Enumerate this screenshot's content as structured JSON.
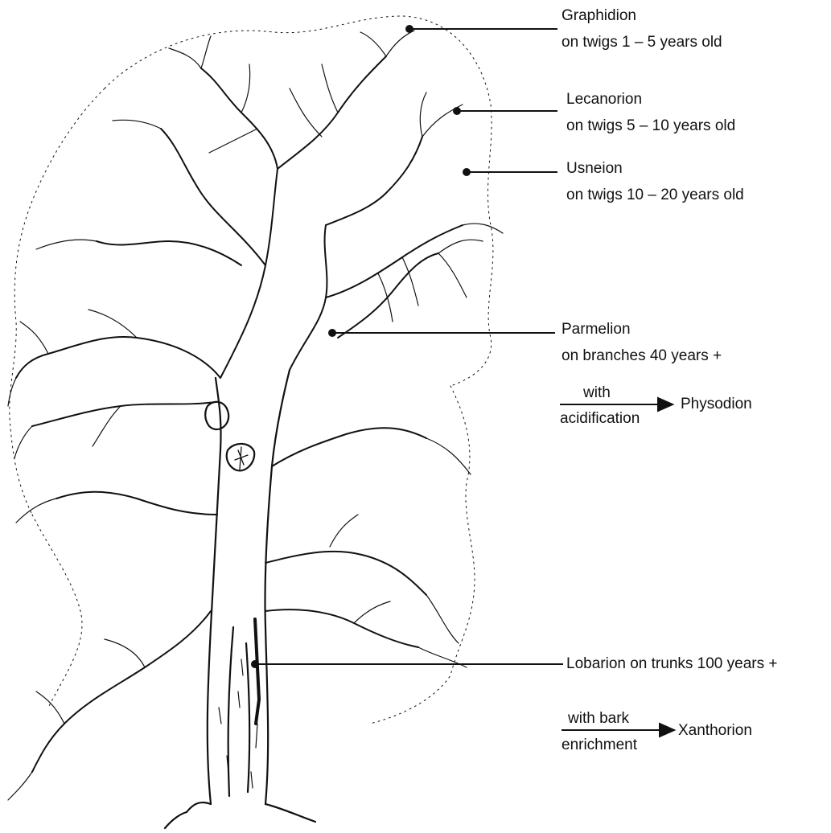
{
  "labels": {
    "graphidion": {
      "name": "Graphidion",
      "detail": "on twigs 1 – 5 years old"
    },
    "lecanorion": {
      "name": "Lecanorion",
      "detail": "on twigs 5 – 10 years old"
    },
    "usneion": {
      "name": "Usneion",
      "detail": "on twigs 10 – 20 years old"
    },
    "parmelion": {
      "name": "Parmelion",
      "detail": "on branches 40 years +"
    },
    "physodion": {
      "arrow_top": "with",
      "arrow_bottom": "acidification",
      "result": "Physodion"
    },
    "lobarion": {
      "text": "Lobarion on trunks 100 years +"
    },
    "xanthorion": {
      "arrow_top": "with bark",
      "arrow_bottom": "enrichment",
      "result": "Xanthorion"
    }
  },
  "colors": {
    "ink": "#111111",
    "background": "#ffffff"
  }
}
